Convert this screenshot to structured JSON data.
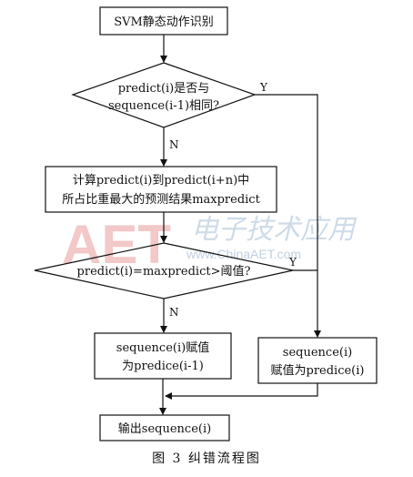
{
  "flowchart": {
    "start": "SVM静态动作识别",
    "decision1": {
      "line1": "predict(i)是否与",
      "line2": "sequence(i-1)相同?"
    },
    "process1": {
      "line1": "计算predict(i)到predict(i+n)中",
      "line2": "所占比重最大的预测结果maxpredict"
    },
    "decision2": "predict(i)=maxpredict>阈值?",
    "process_left": {
      "line1": "sequence(i)赋值",
      "line2": "为predice(i-1)"
    },
    "process_right": {
      "line1": "sequence(i)",
      "line2": "赋值为predice(i)"
    },
    "output": "输出sequence(i)",
    "labels": {
      "d1_yes": "Y",
      "d1_no": "N",
      "d2_yes": "Y",
      "d2_no": "N"
    }
  },
  "caption": "图 3  纠错流程图",
  "watermark": {
    "brand": "AET",
    "script": "电子技术应用",
    "site": "www.ChinaAET.com"
  }
}
